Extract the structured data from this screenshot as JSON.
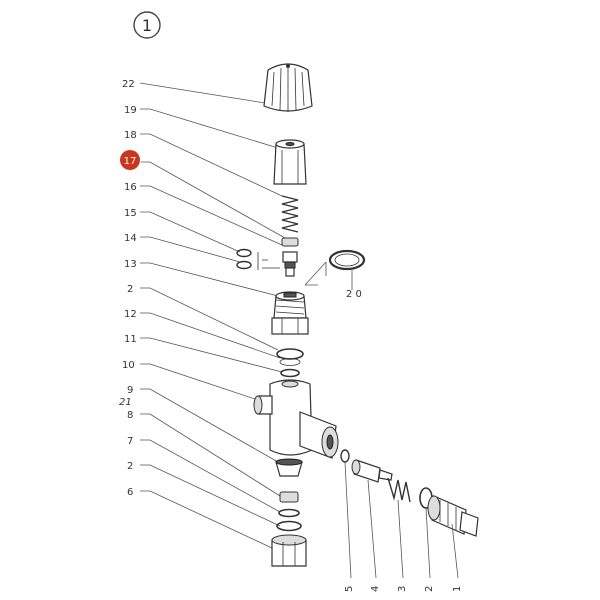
{
  "figure": {
    "number": "1"
  },
  "highlight_label": "17",
  "labels_left": [
    "22",
    "19",
    "18",
    "16",
    "15",
    "14",
    "13",
    "2",
    "12",
    "11",
    "10",
    "9",
    "21",
    "8",
    "7",
    "2",
    "6"
  ],
  "label_20": "2 0",
  "labels_bottom": [
    "5",
    "4",
    "3",
    "2",
    "1"
  ],
  "colors": {
    "highlight": "#c8371e",
    "line": "#333333"
  }
}
